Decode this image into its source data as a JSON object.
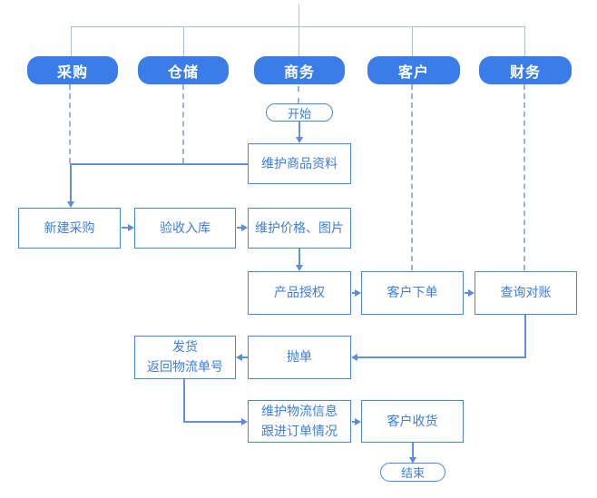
{
  "diagram": {
    "type": "swimlane-flowchart",
    "lanes": [
      {
        "label": "采购"
      },
      {
        "label": "仓储"
      },
      {
        "label": "商务"
      },
      {
        "label": "客户"
      },
      {
        "label": "财务"
      }
    ],
    "start_label": "开始",
    "end_label": "结束",
    "nodes": {
      "maintain_product_info": {
        "label": "维护商品资料"
      },
      "new_purchase": {
        "label": "新建采购"
      },
      "inspect_into_warehouse": {
        "label": "验收入库"
      },
      "maintain_price_images": {
        "label": "维护价格、图片"
      },
      "product_authorization": {
        "label": "产品授权"
      },
      "customer_place_order": {
        "label": "客户下单"
      },
      "query_reconciliation": {
        "label": "查询对账"
      },
      "ship_goods": {
        "label": "发货",
        "label2": "返回物流单号"
      },
      "push_order": {
        "label": "抛单"
      },
      "maintain_logistics": {
        "label": "维护物流信息",
        "label2": "跟进订单情况"
      },
      "customer_receive_goods": {
        "label": "客户收货"
      }
    },
    "edges": [
      {
        "from": "start",
        "to": "maintain_product_info"
      },
      {
        "from": "maintain_product_info",
        "to": "new_purchase"
      },
      {
        "from": "new_purchase",
        "to": "inspect_into_warehouse"
      },
      {
        "from": "inspect_into_warehouse",
        "to": "maintain_price_images"
      },
      {
        "from": "maintain_price_images",
        "to": "product_authorization"
      },
      {
        "from": "product_authorization",
        "to": "customer_place_order"
      },
      {
        "from": "customer_place_order",
        "to": "query_reconciliation"
      },
      {
        "from": "query_reconciliation",
        "to": "push_order"
      },
      {
        "from": "push_order",
        "to": "ship_goods"
      },
      {
        "from": "ship_goods",
        "to": "maintain_logistics"
      },
      {
        "from": "maintain_logistics",
        "to": "customer_receive_goods"
      },
      {
        "from": "customer_receive_goods",
        "to": "end"
      }
    ],
    "colors": {
      "lane_header_fill": "#3a7ce8",
      "lane_header_text": "#ffffff",
      "node_border": "#4a86e8",
      "node_text": "#3c7de2",
      "flow_line": "#6292dd",
      "arrow": "#5b8bd9",
      "dashed_guide": "#9db3d4",
      "tree_line": "#aabfd9",
      "background": "#ffffff"
    }
  }
}
